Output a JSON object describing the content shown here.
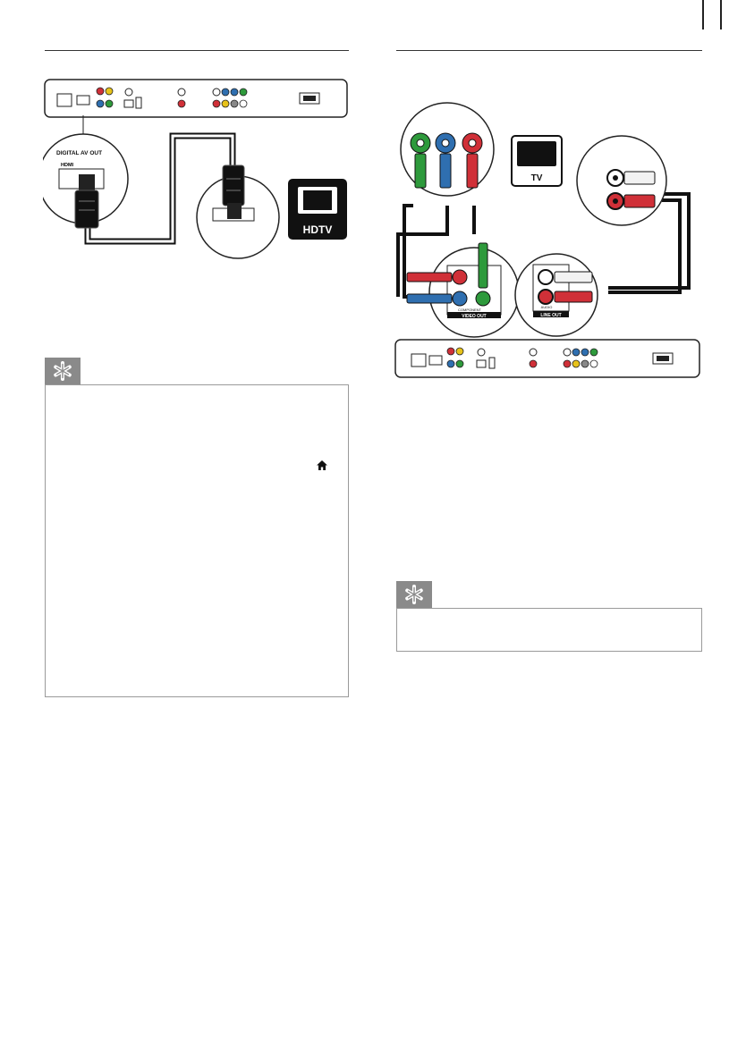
{
  "left_figure": {
    "inset_label": "DIGITAL AV OUT",
    "hdmi_label": "HDMI",
    "device_label": "HDTV"
  },
  "right_figure": {
    "device_label": "TV",
    "component_label": "VIDEO OUT",
    "component_sublabel": "COMPONENT",
    "audio_label": "LINE OUT",
    "audio_sublabel": "AUDIO"
  },
  "icons": {
    "tip_left": "asterisk-icon",
    "tip_right": "asterisk-icon",
    "home": "home-icon"
  },
  "colors": {
    "cable_green": "#2e9a3c",
    "cable_blue": "#2f6fb0",
    "cable_red": "#d03038",
    "tip_tab": "#8a8a8a",
    "audio_white": "#f2f2f2"
  }
}
